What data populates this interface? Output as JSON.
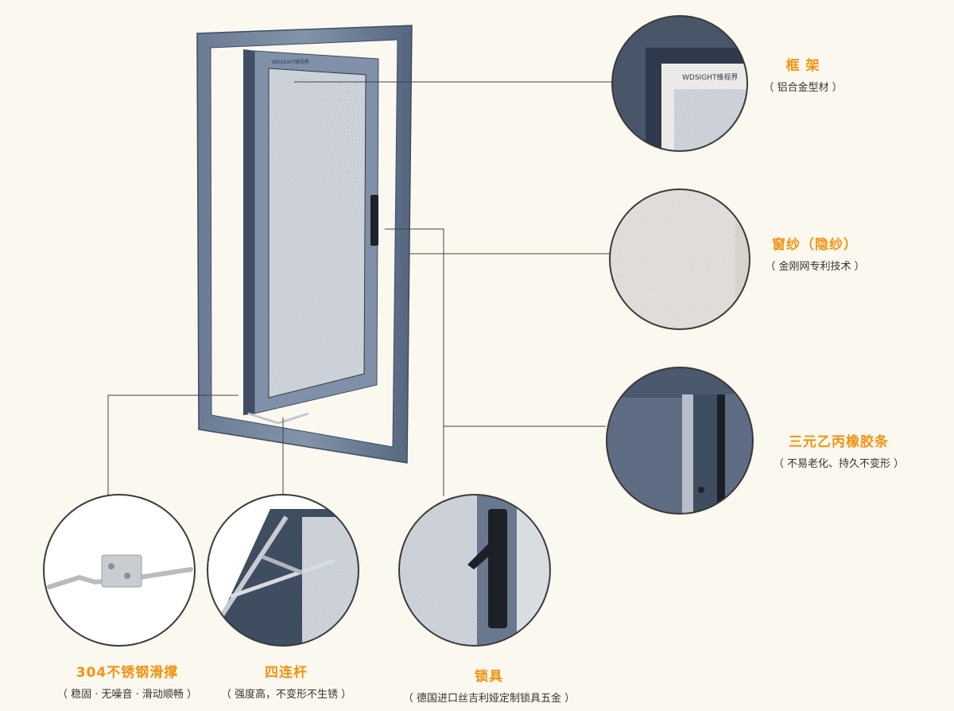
{
  "colors": {
    "background": "#fbf8ef",
    "accent_title": "#f29312",
    "subtitle": "#333333",
    "frame": "#4d5f78",
    "circle_border": "#3a3a3a",
    "leader_line": "#444444"
  },
  "brand_mark": "WDSIGHT维视界",
  "features": [
    {
      "id": "frame",
      "title": "框 架",
      "subtitle": "（ 铝合金型材 ）",
      "icon": "frame-corner-closeup"
    },
    {
      "id": "mesh",
      "title": "窗纱（隐纱）",
      "subtitle": "（ 金刚网专利技术 ）",
      "icon": "mesh-closeup"
    },
    {
      "id": "seal",
      "title": "三元乙丙橡胶条",
      "subtitle": "（ 不易老化、持久不变形 ）",
      "icon": "seal-strip-closeup"
    },
    {
      "id": "stay",
      "title": "304不锈钢滑撑",
      "subtitle": "（ 稳固 · 无噪音 · 滑动顺畅 ）",
      "icon": "friction-stay-hinge"
    },
    {
      "id": "linkage",
      "title": "四连杆",
      "subtitle": "（ 强度高，不变形不生锈 ）",
      "icon": "four-bar-linkage"
    },
    {
      "id": "lock",
      "title": "锁具",
      "subtitle": "（ 德国进口丝吉利娅定制锁具五金 ）",
      "icon": "window-lock-handle"
    }
  ]
}
